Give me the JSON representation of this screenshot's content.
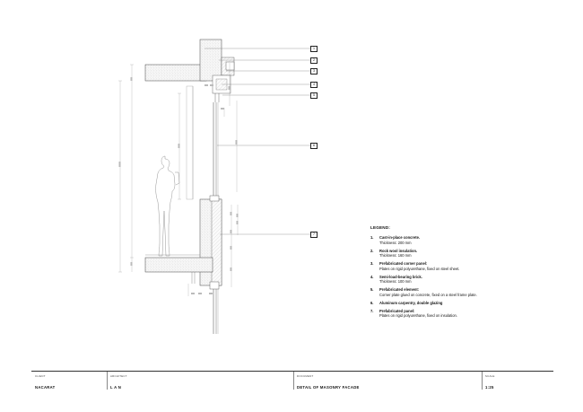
{
  "legend": {
    "title": "LEGEND:",
    "items": [
      {
        "num": "1.",
        "line1": "Cast-in-place concrete.",
        "line2": "Thickness: 200 mm"
      },
      {
        "num": "2.",
        "line1": "Rock wool insulation.",
        "line2": "Thickness: 160 mm"
      },
      {
        "num": "3.",
        "line1": "Prefabricated corner panel:",
        "line2": "Plates on rigid polyurethane, fixed on steel sheet."
      },
      {
        "num": "4.",
        "line1": "Semi-load-bearing brick.",
        "line2": "Thickness: 100 mm"
      },
      {
        "num": "5.",
        "line1": "Prefabricated element:",
        "line2": "Corner plate glued on concrete, fixed on a steel frame plate."
      },
      {
        "num": "6.",
        "line1": "Aluminum carpentry, double glazing",
        "line2": ""
      },
      {
        "num": "7.",
        "line1": "Prefabricated panel:",
        "line2": "Plates on rigid polyurethane, fixed on insulation."
      }
    ]
  },
  "callouts": [
    "1",
    "2",
    "3",
    "4",
    "5",
    "6",
    "7"
  ],
  "titleblock": {
    "client_label": "CLIENT",
    "client": "NACARAT",
    "architect_label": "ARCHITECT",
    "architect": "L A N",
    "document_label": "DOCUMENT",
    "document": "DETAIL OF MASONRY FACADE",
    "scale_label": "SCALE",
    "scale": "1:25"
  }
}
